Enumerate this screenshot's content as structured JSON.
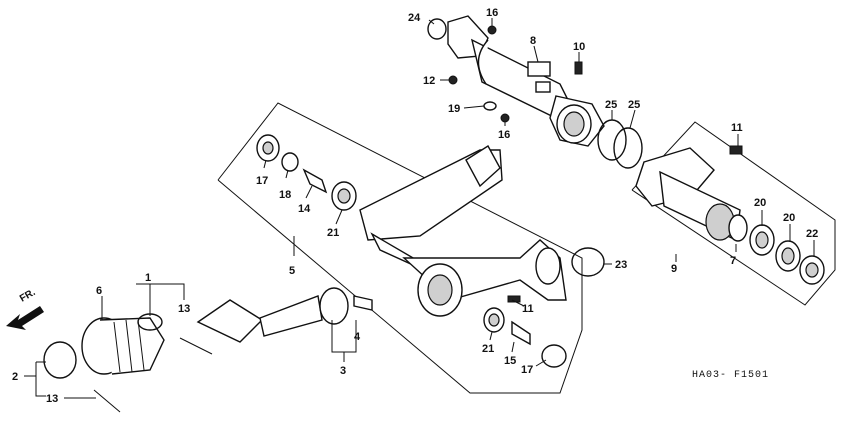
{
  "diagram": {
    "code": "HA03- F1501",
    "direction": "FR.",
    "callouts": [
      {
        "id": "c-24a",
        "label": "24"
      },
      {
        "id": "c-16a",
        "label": "16"
      },
      {
        "id": "c-8",
        "label": "8"
      },
      {
        "id": "c-10",
        "label": "10"
      },
      {
        "id": "c-12",
        "label": "12"
      },
      {
        "id": "c-19",
        "label": "19"
      },
      {
        "id": "c-16b",
        "label": "16"
      },
      {
        "id": "c-25a",
        "label": "25"
      },
      {
        "id": "c-25b",
        "label": "25"
      },
      {
        "id": "c-11a",
        "label": "11"
      },
      {
        "id": "c-17a",
        "label": "17"
      },
      {
        "id": "c-18",
        "label": "18"
      },
      {
        "id": "c-14",
        "label": "14"
      },
      {
        "id": "c-21a",
        "label": "21"
      },
      {
        "id": "c-5",
        "label": "5"
      },
      {
        "id": "c-23",
        "label": "23"
      },
      {
        "id": "c-9",
        "label": "9"
      },
      {
        "id": "c-7",
        "label": "7"
      },
      {
        "id": "c-20a",
        "label": "20"
      },
      {
        "id": "c-20b",
        "label": "20"
      },
      {
        "id": "c-22",
        "label": "22"
      },
      {
        "id": "c-1",
        "label": "1"
      },
      {
        "id": "c-6",
        "label": "6"
      },
      {
        "id": "c-13a",
        "label": "13"
      },
      {
        "id": "c-11b",
        "label": "11"
      },
      {
        "id": "c-4",
        "label": "4"
      },
      {
        "id": "c-3",
        "label": "3"
      },
      {
        "id": "c-21b",
        "label": "21"
      },
      {
        "id": "c-15",
        "label": "15"
      },
      {
        "id": "c-17b",
        "label": "17"
      },
      {
        "id": "c-2",
        "label": "2"
      },
      {
        "id": "c-13b",
        "label": "13"
      }
    ]
  }
}
